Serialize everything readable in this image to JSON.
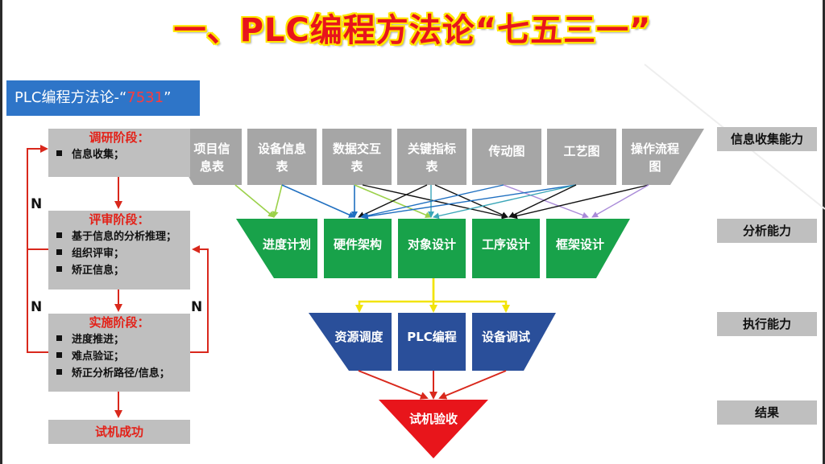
{
  "title": "一、PLC编程方法论“七五三一”",
  "subtitle": {
    "prefix": "PLC编程方法论-",
    "open_quote": "“",
    "accent": "7531",
    "close_quote": "”"
  },
  "stages": [
    {
      "title": "调研阶段：",
      "bullets": [
        "信息收集；"
      ]
    },
    {
      "title": "评审阶段：",
      "bullets": [
        "基于信息的分析推理；",
        "组织评审；",
        "矫正信息；"
      ]
    },
    {
      "title": "实施阶段：",
      "bullets": [
        "进度推进；",
        "难点验证；",
        "矫正分析路径/信息；"
      ]
    },
    {
      "title": "试机成功",
      "bullets": []
    }
  ],
  "loop_label": "N",
  "info_items": [
    [
      "项目信",
      "息表"
    ],
    [
      "设备信息",
      "表"
    ],
    [
      "数据交互",
      "表"
    ],
    [
      "关键指标",
      "表"
    ],
    [
      "传动图"
    ],
    [
      "工艺图"
    ],
    [
      "操作流程",
      "图"
    ]
  ],
  "analysis_items": [
    "进度计划",
    "硬件架构",
    "对象设计",
    "工序设计",
    "框架设计"
  ],
  "execution_items": [
    "资源调度",
    "PLC编程",
    "设备调试"
  ],
  "result_item": "试机验收",
  "abilities": [
    "信息收集能力",
    "分析能力",
    "执行能力",
    "结果"
  ],
  "colors": {
    "title_red": "#e8141c",
    "title_outline": "#ffe600",
    "subtitle_blue": "#2e75c8",
    "stage_gray": "#bfbfbf",
    "info_gray": "#a6a6a6",
    "analysis_green": "#18a24a",
    "execution_blue": "#2a4f9a",
    "result_red": "#e8151b",
    "arrow_red": "#d9281c",
    "yellow_arrow": "#f2e40a"
  }
}
